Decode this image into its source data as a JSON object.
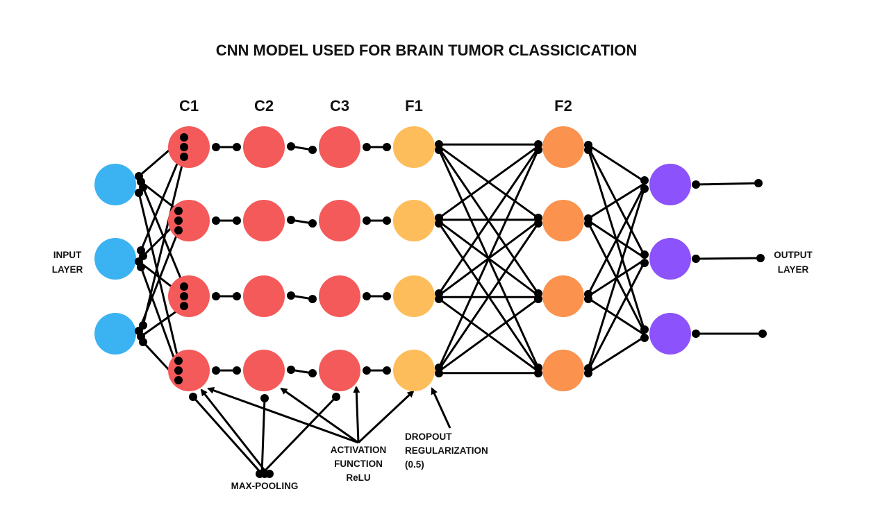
{
  "title": "CNN MODEL USED FOR BRAIN TUMOR CLASSICICATION",
  "layer_labels": {
    "c1": "C1",
    "c2": "C2",
    "c3": "C3",
    "f1": "F1",
    "f2": "F2"
  },
  "side_labels": {
    "input": [
      "INPUT",
      "LAYER"
    ],
    "output": [
      "OUTPUT",
      "LAYER"
    ]
  },
  "annotations": {
    "max_pooling": "MAX-POOLING",
    "activation": [
      "ACTIVATION",
      "FUNCTION",
      "ReLU"
    ],
    "dropout": [
      "DROPOUT",
      "REGULARIZATION",
      "(0.5)"
    ]
  },
  "colors": {
    "input": "#3bb2f2",
    "conv": "#f45a5a",
    "f1": "#fdbd5a",
    "f2": "#fb924e",
    "output": "#8c52fb",
    "line": "#000000"
  }
}
